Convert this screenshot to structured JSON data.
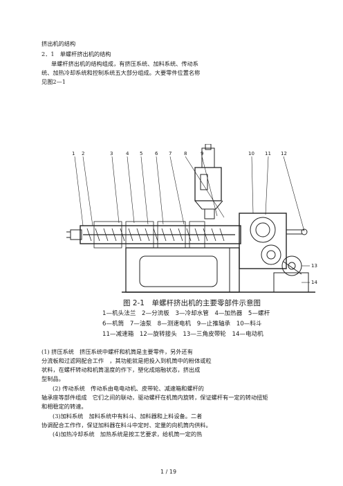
{
  "page": {
    "heading": "挤出机的结构",
    "section": "2．1　单螺杆挤出机的结构",
    "intro_lines": [
      "单螺杆挤出机的结构组成，有挤压系统、加料系统、传动系",
      "统、加热冷却系统和控制系统五大部分组成。大要零件位置名称",
      "见图2—1"
    ],
    "figure": {
      "caption": "图 2-1　单螺杆挤出机的主要零部件示意图",
      "legend_lines": [
        "1—机头法兰　2—分流板　3—冷却水管　4—加热器　5—螺杆",
        "6—机筒　7—油泵　8—测速电机　9—止推轴承　10—料斗",
        "11—减速箱　12—旋转接头　13—三角皮带轮　14—电动机"
      ],
      "part_numbers": [
        "1",
        "2",
        "3",
        "4",
        "5",
        "6",
        "7",
        "8",
        "9",
        "10",
        "11",
        "12",
        "13",
        "14"
      ]
    },
    "body_lines": [
      "(1)  挤压系统　挤压系统中螺杆和机筒是主要零件，另外还有",
      "分流板和过滤网配合工作　，其功能就是把投入到机筒中的粉体或粒",
      "状料，在螺杆转动和机筒温度的作下，塑化成熔融状态，挤出成",
      "型制品。",
      "(2)  传动系统　传动系由电电动机、皮带轮、减速箱和螺杆的",
      "轴承座等部件组成　它们之间的联动，驱动螺杆在机筒内旋转，保证螺杆有一定的转动扭矩",
      "和相稳定的转速。",
      "(3)加料系统　加料系统中有料斗、加料器和上料设备。二者",
      "协调配合工作作，保证加料器在料斗中定时、定量的向机筒内供料。",
      "(4)加热冷却系统　加热系统是按工艺要求，给机筒一定的热"
    ],
    "page_number": "1 / 19"
  }
}
